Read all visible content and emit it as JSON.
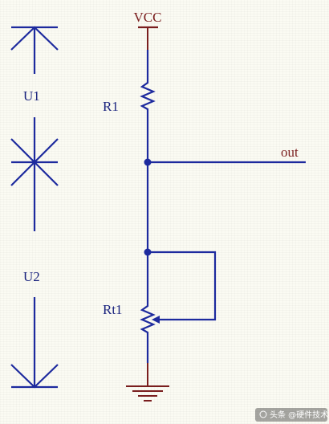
{
  "labels": {
    "vcc": "VCC",
    "r1": "R1",
    "out": "out",
    "rt1": "Rt1",
    "u1": "U1",
    "u2": "U2"
  },
  "watermark": "头条 @硬件技术",
  "colors": {
    "wire": "#1d2a9e",
    "power": "#7a1e1e",
    "background": "#fbfbf3"
  }
}
